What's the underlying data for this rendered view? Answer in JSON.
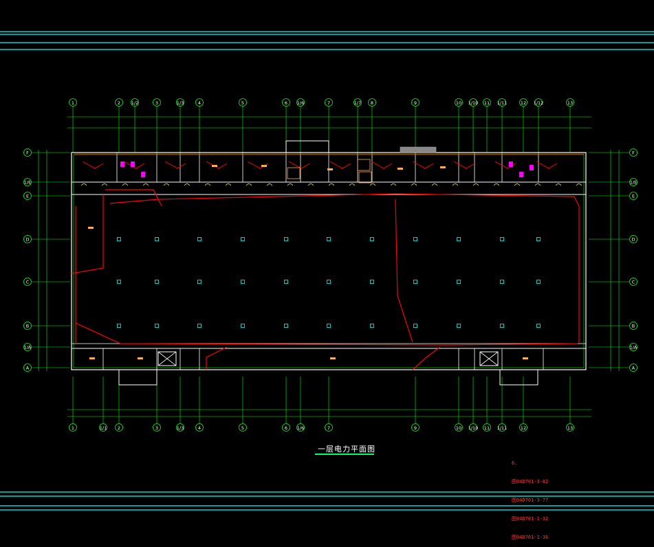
{
  "drawing": {
    "title": "一层电力平面图"
  },
  "notes": {
    "lines": [
      "6.",
      "图04D701-3-82",
      "图04D701-3-77",
      "图04D701-1-32",
      "图04D701-1-36"
    ]
  },
  "grid_axes": {
    "top_labels": [
      "1",
      "2",
      "1/2",
      "3",
      "1/3",
      "4",
      "5",
      "6",
      "1/6",
      "7",
      "1/7",
      "8",
      "9",
      "10",
      "1/10",
      "11",
      "1/11",
      "12",
      "1/12",
      "13"
    ],
    "bottom_labels": [
      "1",
      "1/1",
      "2",
      "3",
      "1/3",
      "4",
      "5",
      "6",
      "1/6",
      "7",
      "9",
      "10",
      "1/10",
      "11",
      "1/11",
      "12",
      "13"
    ],
    "side_labels": [
      "F",
      "1/E",
      "E",
      "D",
      "C",
      "B",
      "1/A",
      "A"
    ]
  },
  "colors": {
    "background": "#000000",
    "frame_lines": "#00ffff",
    "grid_and_dims": "#00ff00",
    "walls": "#ffffff",
    "circuits": "#ff0000",
    "equipment": "#ff00ff",
    "labels": "#ffaa55"
  }
}
